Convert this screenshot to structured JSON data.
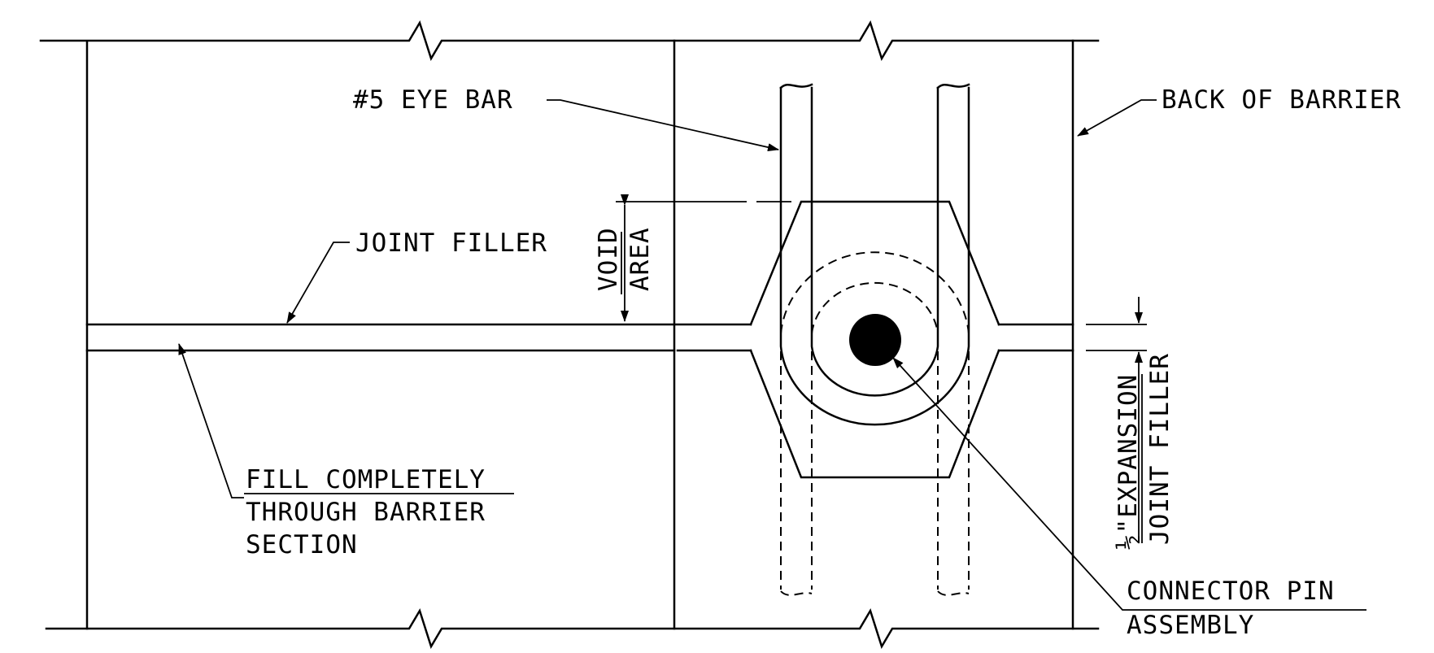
{
  "labels": {
    "eye_bar": "#5 EYE BAR",
    "back_of_barrier": "BACK OF BARRIER",
    "joint_filler": "JOINT FILLER",
    "void_line1": "VOID",
    "void_line2": "AREA",
    "fill_line1": "FILL COMPLETELY",
    "fill_line2": "THROUGH BARRIER",
    "fill_line3": "SECTION",
    "expansion_line1": "½\"EXPANSION",
    "expansion_line2": "JOINT FILLER",
    "connector_line1": "CONNECTOR PIN",
    "connector_line2": "ASSEMBLY"
  }
}
